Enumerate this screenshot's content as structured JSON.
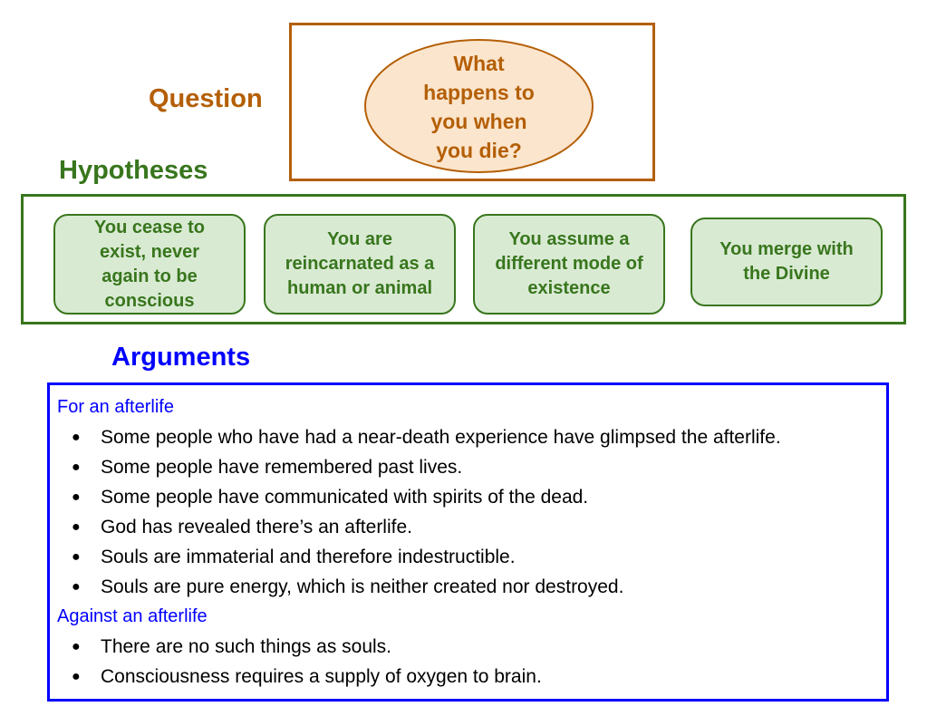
{
  "colors": {
    "question": "#b45f06",
    "question_fill": "#fce5cd",
    "hypotheses": "#38761d",
    "hypotheses_fill": "#d9ead3",
    "arguments": "#0000ff",
    "text": "#000000"
  },
  "question": {
    "label": "Question",
    "text": "What happens to you when you die?"
  },
  "hypotheses": {
    "label": "Hypotheses",
    "items": [
      {
        "text": "You cease to exist, never again to be conscious"
      },
      {
        "text": "You are reincarnated as a human or animal"
      },
      {
        "text": "You assume a different mode of existence"
      },
      {
        "text": "You merge with the Divine"
      }
    ]
  },
  "arguments": {
    "label": "Arguments",
    "bullet_icon": "●",
    "groups": [
      {
        "label": "For an afterlife",
        "items": [
          "Some people who have had a near-death experience have glimpsed the afterlife.",
          "Some people have remembered past lives.",
          "Some people have communicated with spirits of the dead.",
          "God has revealed there’s an afterlife.",
          "Souls are immaterial and therefore indestructible.",
          "Souls are pure energy, which is neither created nor destroyed."
        ]
      },
      {
        "label": "Against an afterlife",
        "items": [
          "There are no such things as souls.",
          "Consciousness requires a supply of oxygen to brain."
        ]
      }
    ]
  }
}
